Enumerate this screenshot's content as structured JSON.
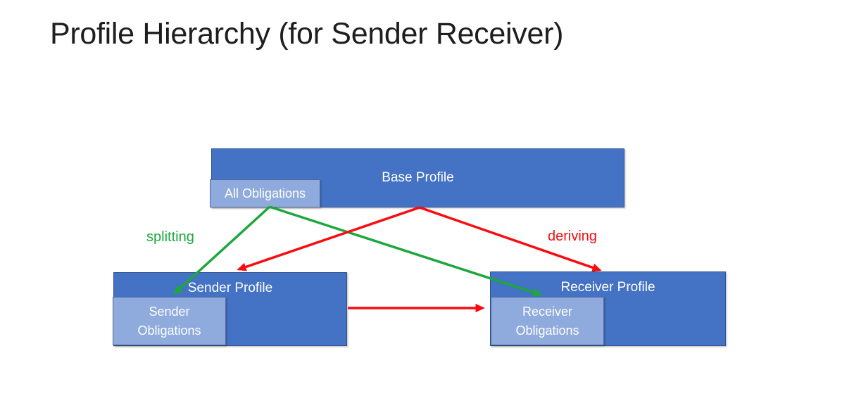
{
  "slide": {
    "title": "Profile Hierarchy (for Sender Receiver)"
  },
  "colors": {
    "box_fill": "#4472C4",
    "box_border": "#2F528F",
    "light_fill": "#8FAADC",
    "light_border": "#54699B",
    "green": "#1DA73E",
    "red": "#FA0B0F",
    "box_text": "#FFFFFF",
    "title_text": "#1E1E1E"
  },
  "diagram": {
    "nodes": {
      "base_profile": {
        "label": "Base Profile",
        "variant": "dark"
      },
      "all_obligations": {
        "label": "All Obligations",
        "variant": "light"
      },
      "sender_profile": {
        "label": "Sender Profile",
        "variant": "dark"
      },
      "sender_obligations": {
        "label": "Sender Obligations",
        "variant": "light"
      },
      "receiver_profile": {
        "label": "Receiver Profile",
        "variant": "dark"
      },
      "receiver_obligations": {
        "label": "Receiver Obligations",
        "variant": "light"
      }
    },
    "edge_labels": {
      "splitting": {
        "text": "splitting",
        "color": "green"
      },
      "deriving": {
        "text": "deriving",
        "color": "red"
      }
    },
    "edges": [
      {
        "from": "all_obligations",
        "to": "sender_obligations",
        "relation": "splitting",
        "color": "green"
      },
      {
        "from": "all_obligations",
        "to": "receiver_obligations",
        "relation": "splitting",
        "color": "green"
      },
      {
        "from": "base_profile",
        "to": "sender_profile",
        "relation": "deriving",
        "color": "red"
      },
      {
        "from": "base_profile",
        "to": "receiver_profile",
        "relation": "deriving",
        "color": "red"
      },
      {
        "from": "sender_profile",
        "to": "receiver_obligations",
        "relation": "",
        "color": "red"
      }
    ]
  }
}
